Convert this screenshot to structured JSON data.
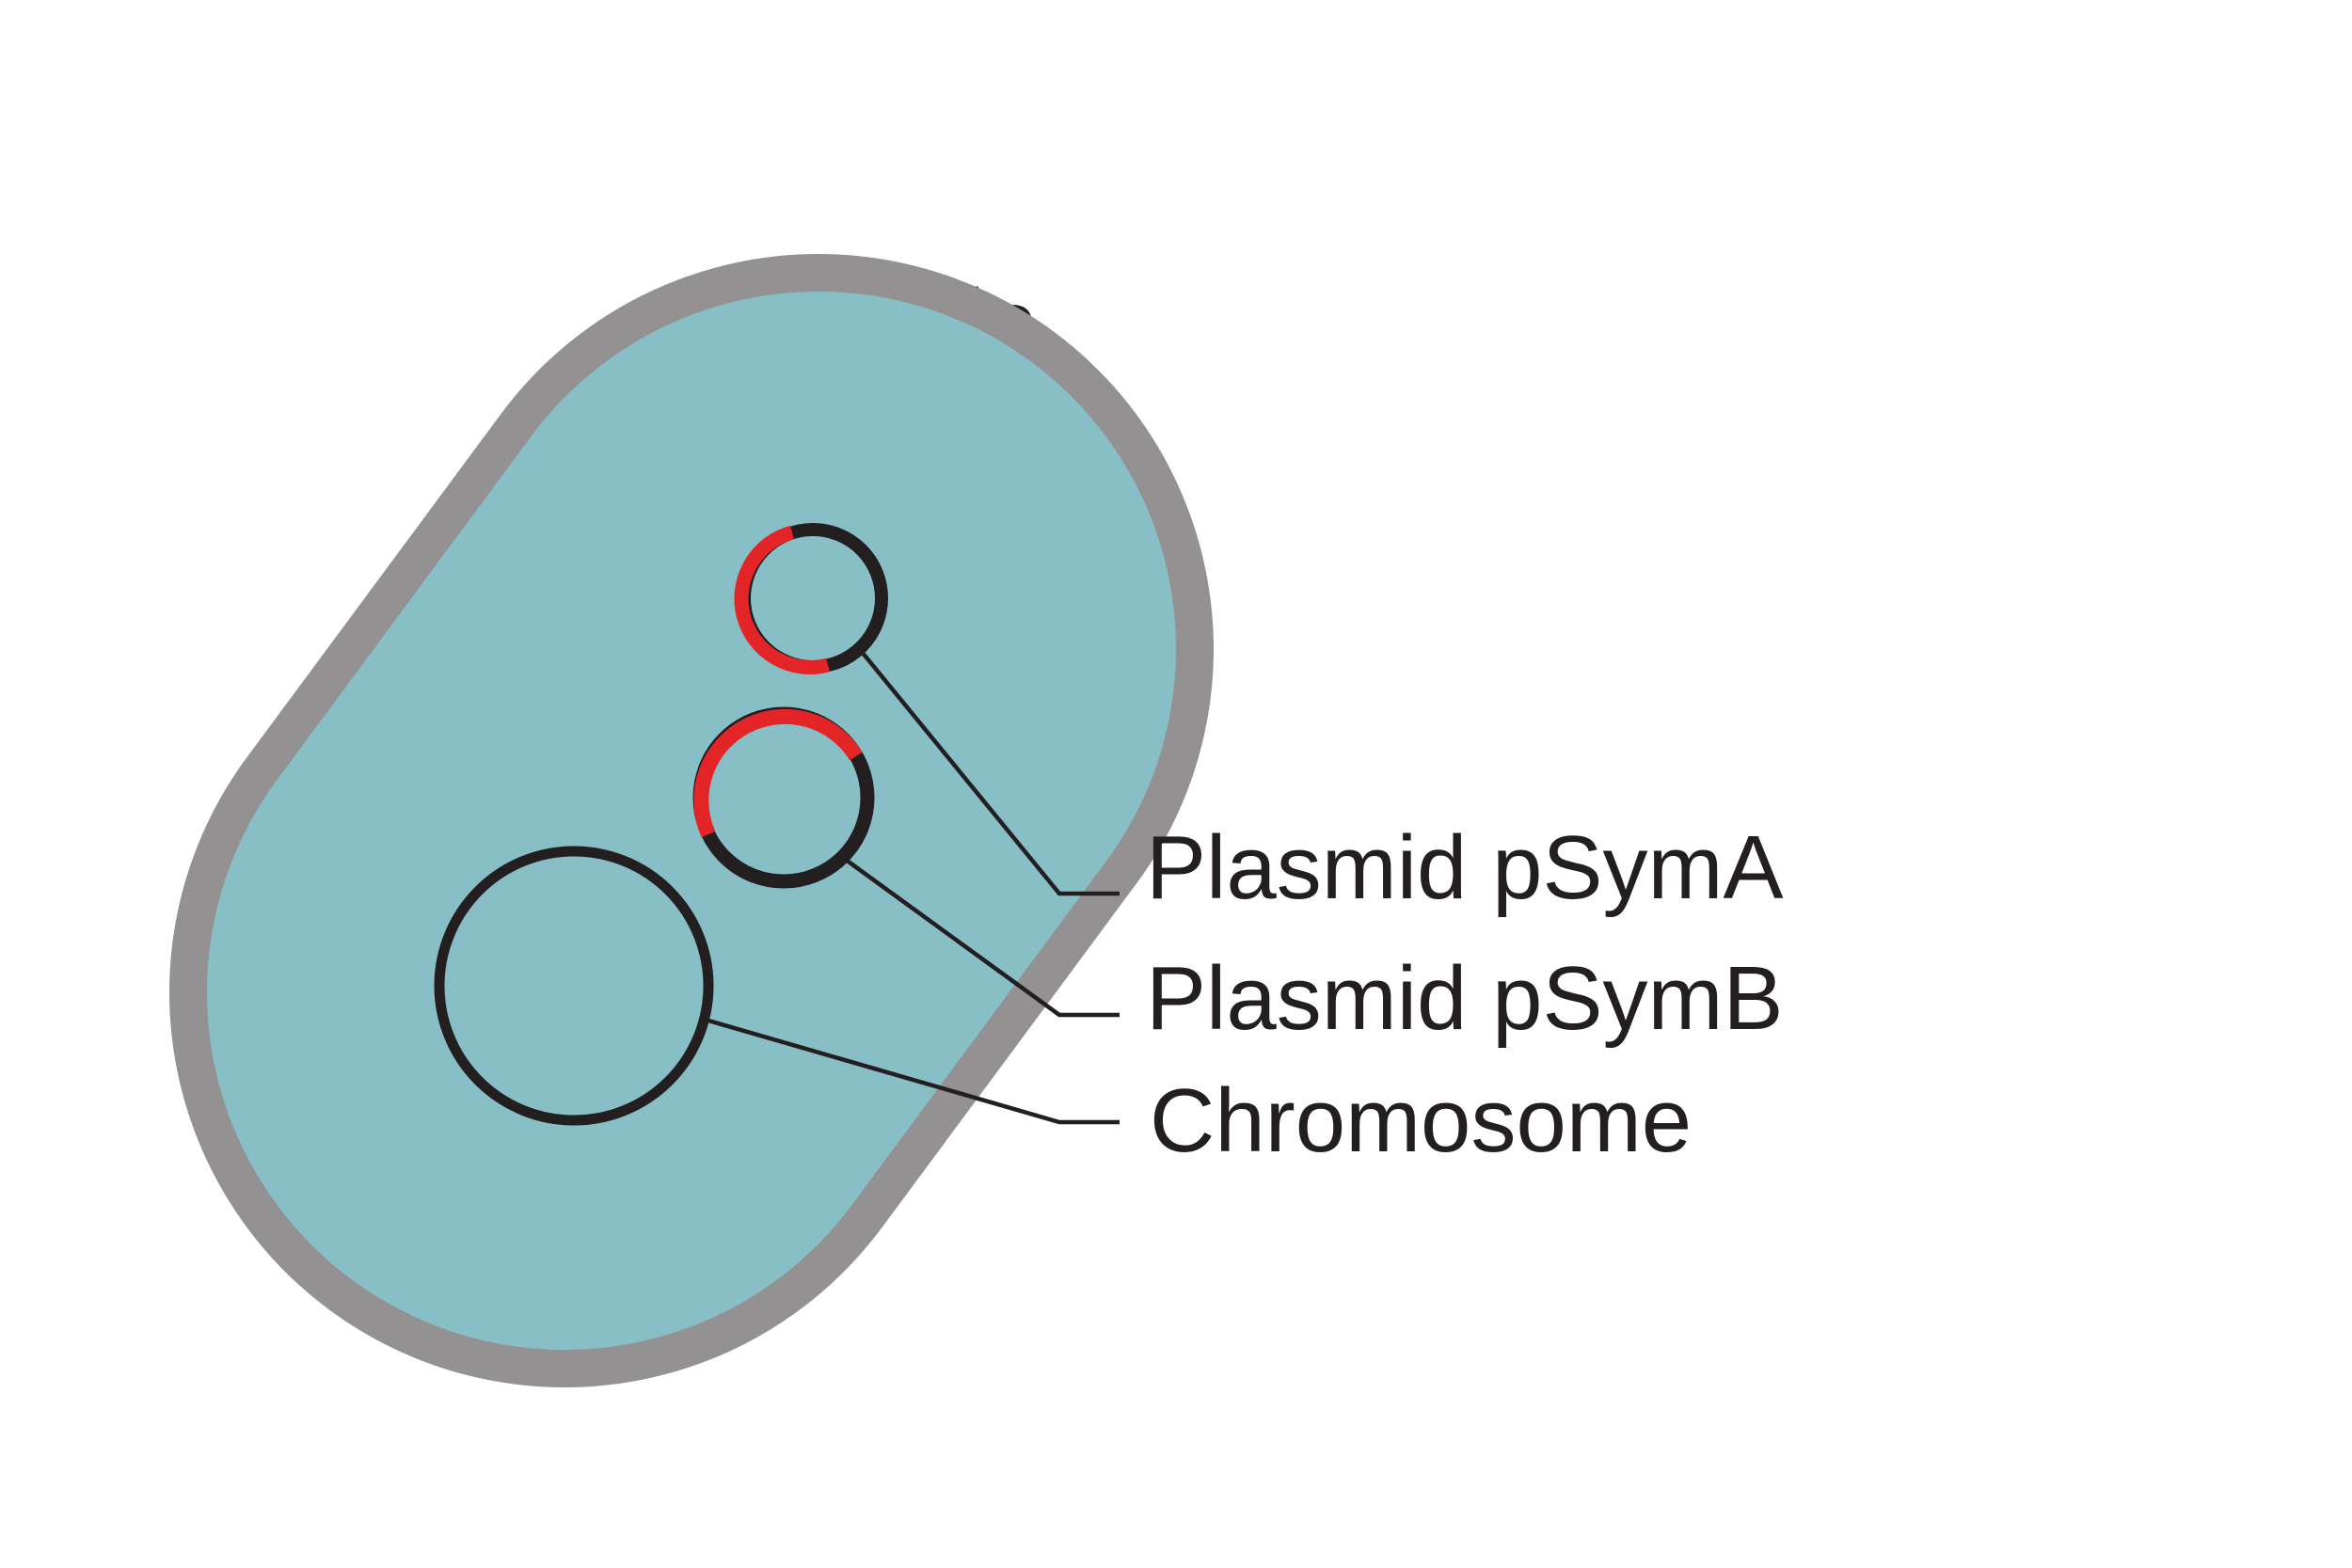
{
  "title": "Rhizobia",
  "labels": {
    "psyma": "Plasmid pSymA",
    "psymb": "Plasmid pSymB",
    "chromosome": "Chromosome"
  },
  "colors": {
    "membrane": "#939191",
    "cytoplasm": "#88bfc6",
    "dna_black": "#231f20",
    "symbiosis_red": "#e32528",
    "text": "#231f20",
    "background": "#ffffff"
  }
}
